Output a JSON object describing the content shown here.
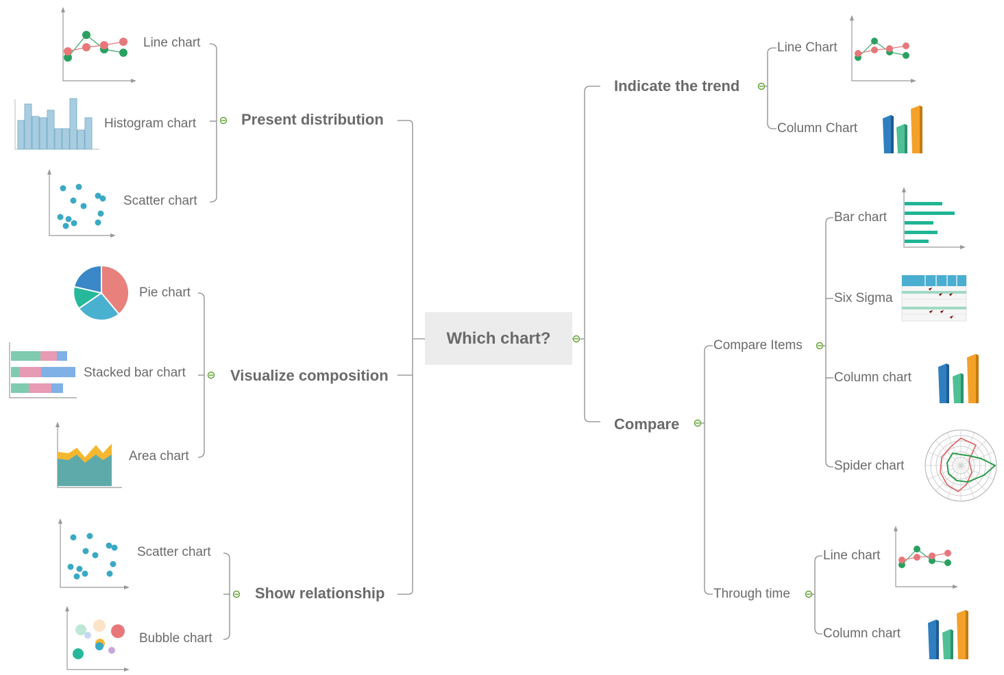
{
  "root": {
    "title": "Which chart?"
  },
  "left": {
    "present_distribution": {
      "label": "Present distribution",
      "items": [
        "Line chart",
        "Histogram chart",
        "Scatter chart"
      ]
    },
    "visualize_composition": {
      "label": "Visualize composition",
      "items": [
        "Pie chart",
        "Stacked bar chart",
        "Area chart"
      ]
    },
    "show_relationship": {
      "label": "Show relationship",
      "items": [
        "Scatter chart",
        "Bubble chart"
      ]
    }
  },
  "right": {
    "indicate_trend": {
      "label": "Indicate the trend",
      "items": [
        "Line Chart",
        "Column Chart"
      ]
    },
    "compare": {
      "label": "Compare",
      "compare_items": {
        "label": "Compare Items",
        "items": [
          "Bar chart",
          "Six Sigma",
          "Column chart",
          "Spider chart"
        ]
      },
      "through_time": {
        "label": "Through time",
        "items": [
          "Line chart",
          "Column chart"
        ]
      }
    }
  },
  "colors": {
    "connector": "#8a8a8a",
    "toggle": "#5aa02c",
    "text": "#6a6a6a",
    "center_box": "#ececec"
  }
}
